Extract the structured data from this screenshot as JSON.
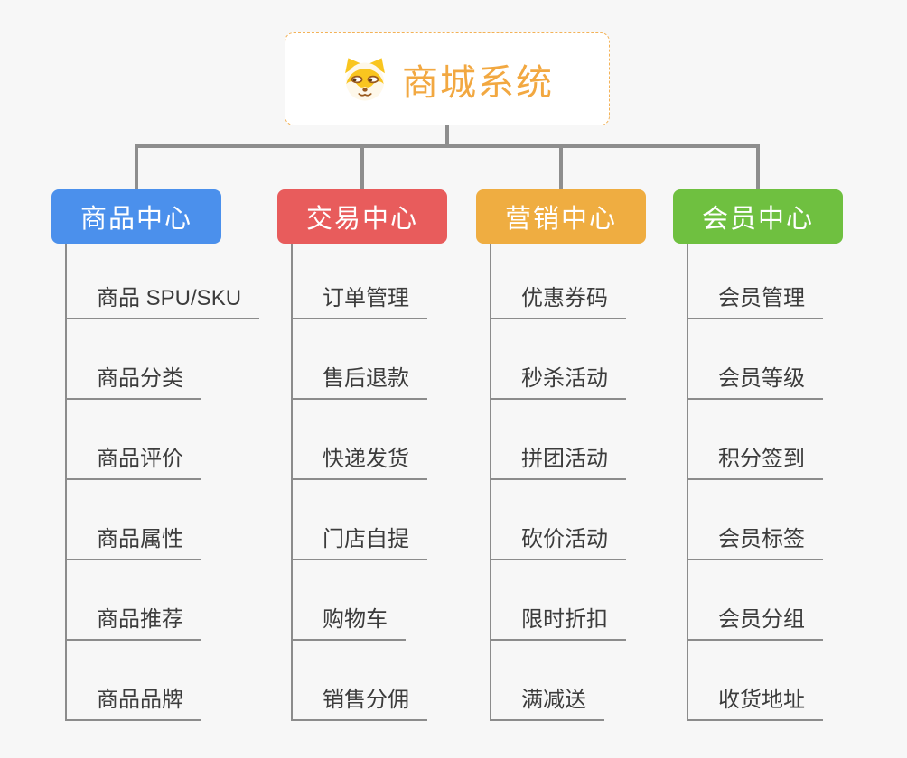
{
  "page": {
    "background": "#F7F7F7",
    "connector_color": "#8E8E8E",
    "child_text_color": "#3C3C3C"
  },
  "root": {
    "title": "商城系统",
    "icon": "dog-face-icon",
    "text_color": "#F2A841",
    "border_color": "#F3B257"
  },
  "branches": [
    {
      "label": "商品中心",
      "color": "#4B90EC",
      "children": [
        "商品 SPU/SKU",
        "商品分类",
        "商品评价",
        "商品属性",
        "商品推荐",
        "商品品牌"
      ]
    },
    {
      "label": "交易中心",
      "color": "#E85C5C",
      "children": [
        "订单管理",
        "售后退款",
        "快递发货",
        "门店自提",
        "购物车",
        "销售分佣"
      ]
    },
    {
      "label": "营销中心",
      "color": "#EFAD41",
      "children": [
        "优惠券码",
        "秒杀活动",
        "拼团活动",
        "砍价活动",
        "限时折扣",
        "满减送"
      ]
    },
    {
      "label": "会员中心",
      "color": "#6FC040",
      "children": [
        "会员管理",
        "会员等级",
        "积分签到",
        "会员标签",
        "会员分组",
        "收货地址"
      ]
    }
  ]
}
